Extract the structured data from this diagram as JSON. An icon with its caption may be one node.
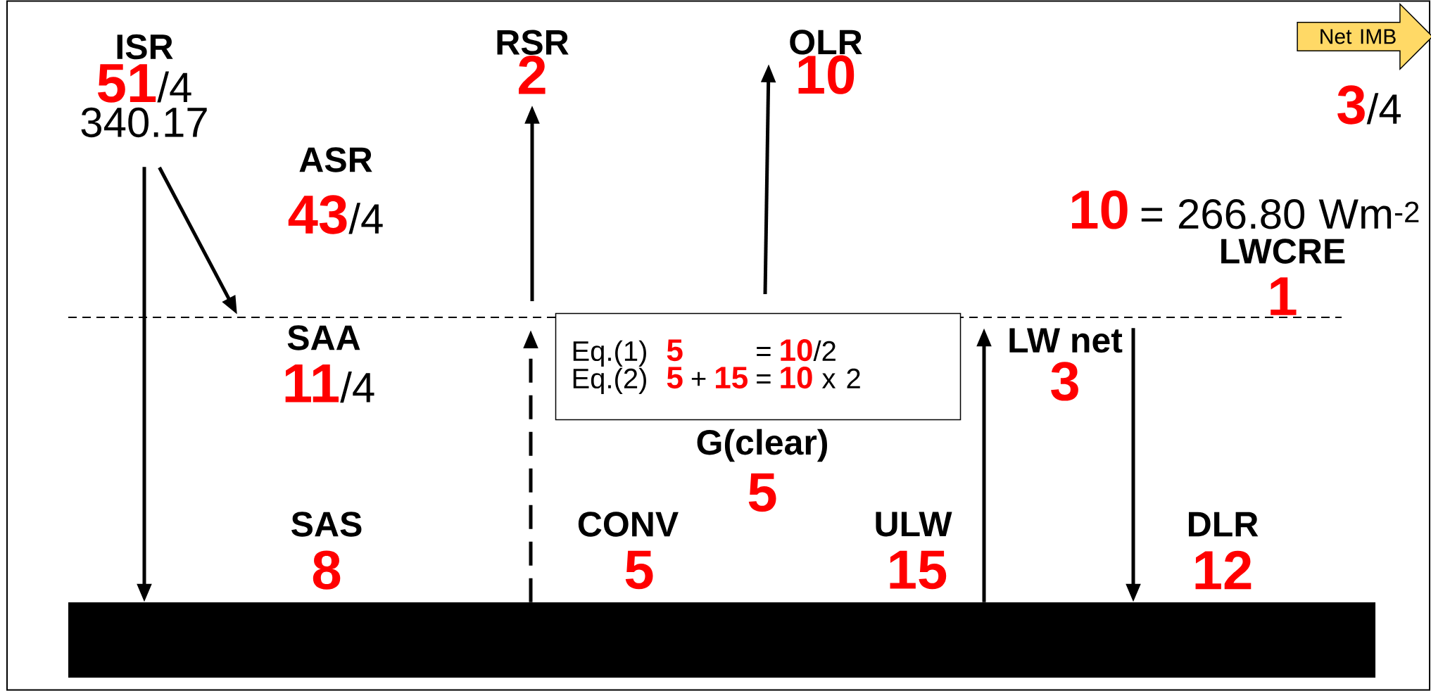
{
  "diagram": {
    "nodes": [
      {
        "text": [
          "ISR",
          "51",
          "/4",
          "340.17"
        ]
      },
      {
        "text": [
          "RSR",
          "2"
        ]
      },
      {
        "text": [
          "OLR",
          "10"
        ]
      },
      {
        "text": [
          "Net IMB"
        ],
        "beside": [
          "3",
          "/4"
        ]
      },
      {
        "text": [
          "Eq.(1)",
          "5",
          "=",
          "10",
          "/2",
          "Eq.(2)",
          "5",
          "+",
          "15",
          "=",
          "10",
          "x 2"
        ]
      },
      {
        "text": [],
        "shape": "bar"
      },
      {
        "text": [
          "LW net",
          "3"
        ]
      }
    ],
    "edges": [
      {
        "from": 0,
        "to": 5,
        "arrow": "to"
      },
      {
        "from": 0,
        "to": null,
        "arrow": "to"
      },
      {
        "from": null,
        "to": 1,
        "arrow": "to"
      },
      {
        "from": null,
        "to": 2,
        "arrow": "to"
      },
      {
        "from": 5,
        "to": null,
        "arrow": "to",
        "style": "dashed"
      },
      {
        "from": 5,
        "to": 6,
        "arrow": "to"
      },
      {
        "from": 6,
        "to": 5,
        "arrow": "to"
      }
    ],
    "labels": [
      "ASR",
      "43",
      "/4",
      "10",
      "= 266.80 Wm$^{-2}$",
      "LWCRE",
      "1",
      "SAA",
      "11",
      "/4",
      "G(clear)",
      "5",
      "SAS",
      "8",
      "CONV",
      "5",
      "ULW",
      "15",
      "DLR",
      "12"
    ]
  }
}
